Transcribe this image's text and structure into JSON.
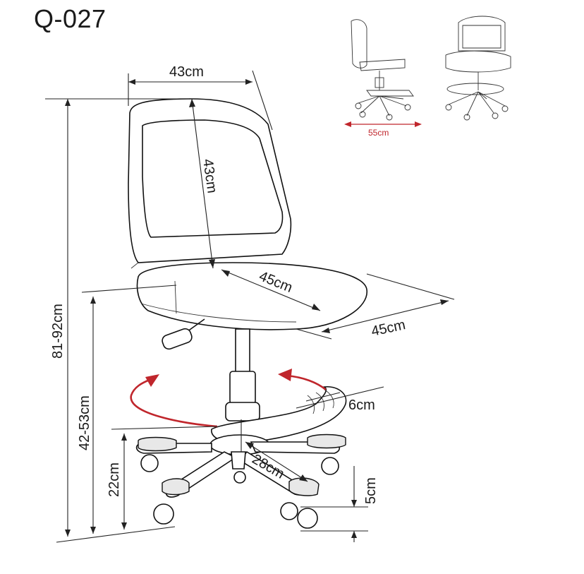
{
  "model": "Q-027",
  "dimensions": {
    "back_width": "43cm",
    "back_height": "43cm",
    "seat_depth": "45cm",
    "seat_width": "45cm",
    "total_height": "81-92cm",
    "seat_height": "42-53cm",
    "footrest_height": "22cm",
    "footrest_width": "6cm",
    "base_radius": "28cm",
    "caster_height": "5cm",
    "footrest_span": "55cm"
  },
  "colors": {
    "accent": "#c0262c",
    "line": "#222222"
  }
}
